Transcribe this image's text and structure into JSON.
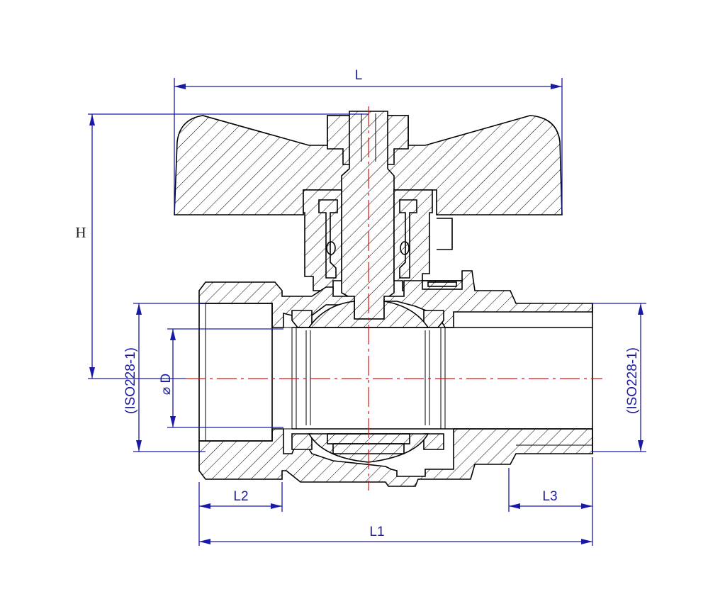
{
  "drawing": {
    "dimensions": {
      "overall_length_top": "L",
      "height": "H",
      "overall_length_bottom": "L1",
      "thread_length_left": "L2",
      "thread_length_right": "L3",
      "bore_diameter": "⌀ D",
      "thread_left": "(ISO228-1)",
      "thread_right": "(ISO228-1)"
    },
    "colors": {
      "dimension_lines": "#1a1aa8",
      "center_lines": "#e01010",
      "part_outline": "#000000"
    }
  }
}
